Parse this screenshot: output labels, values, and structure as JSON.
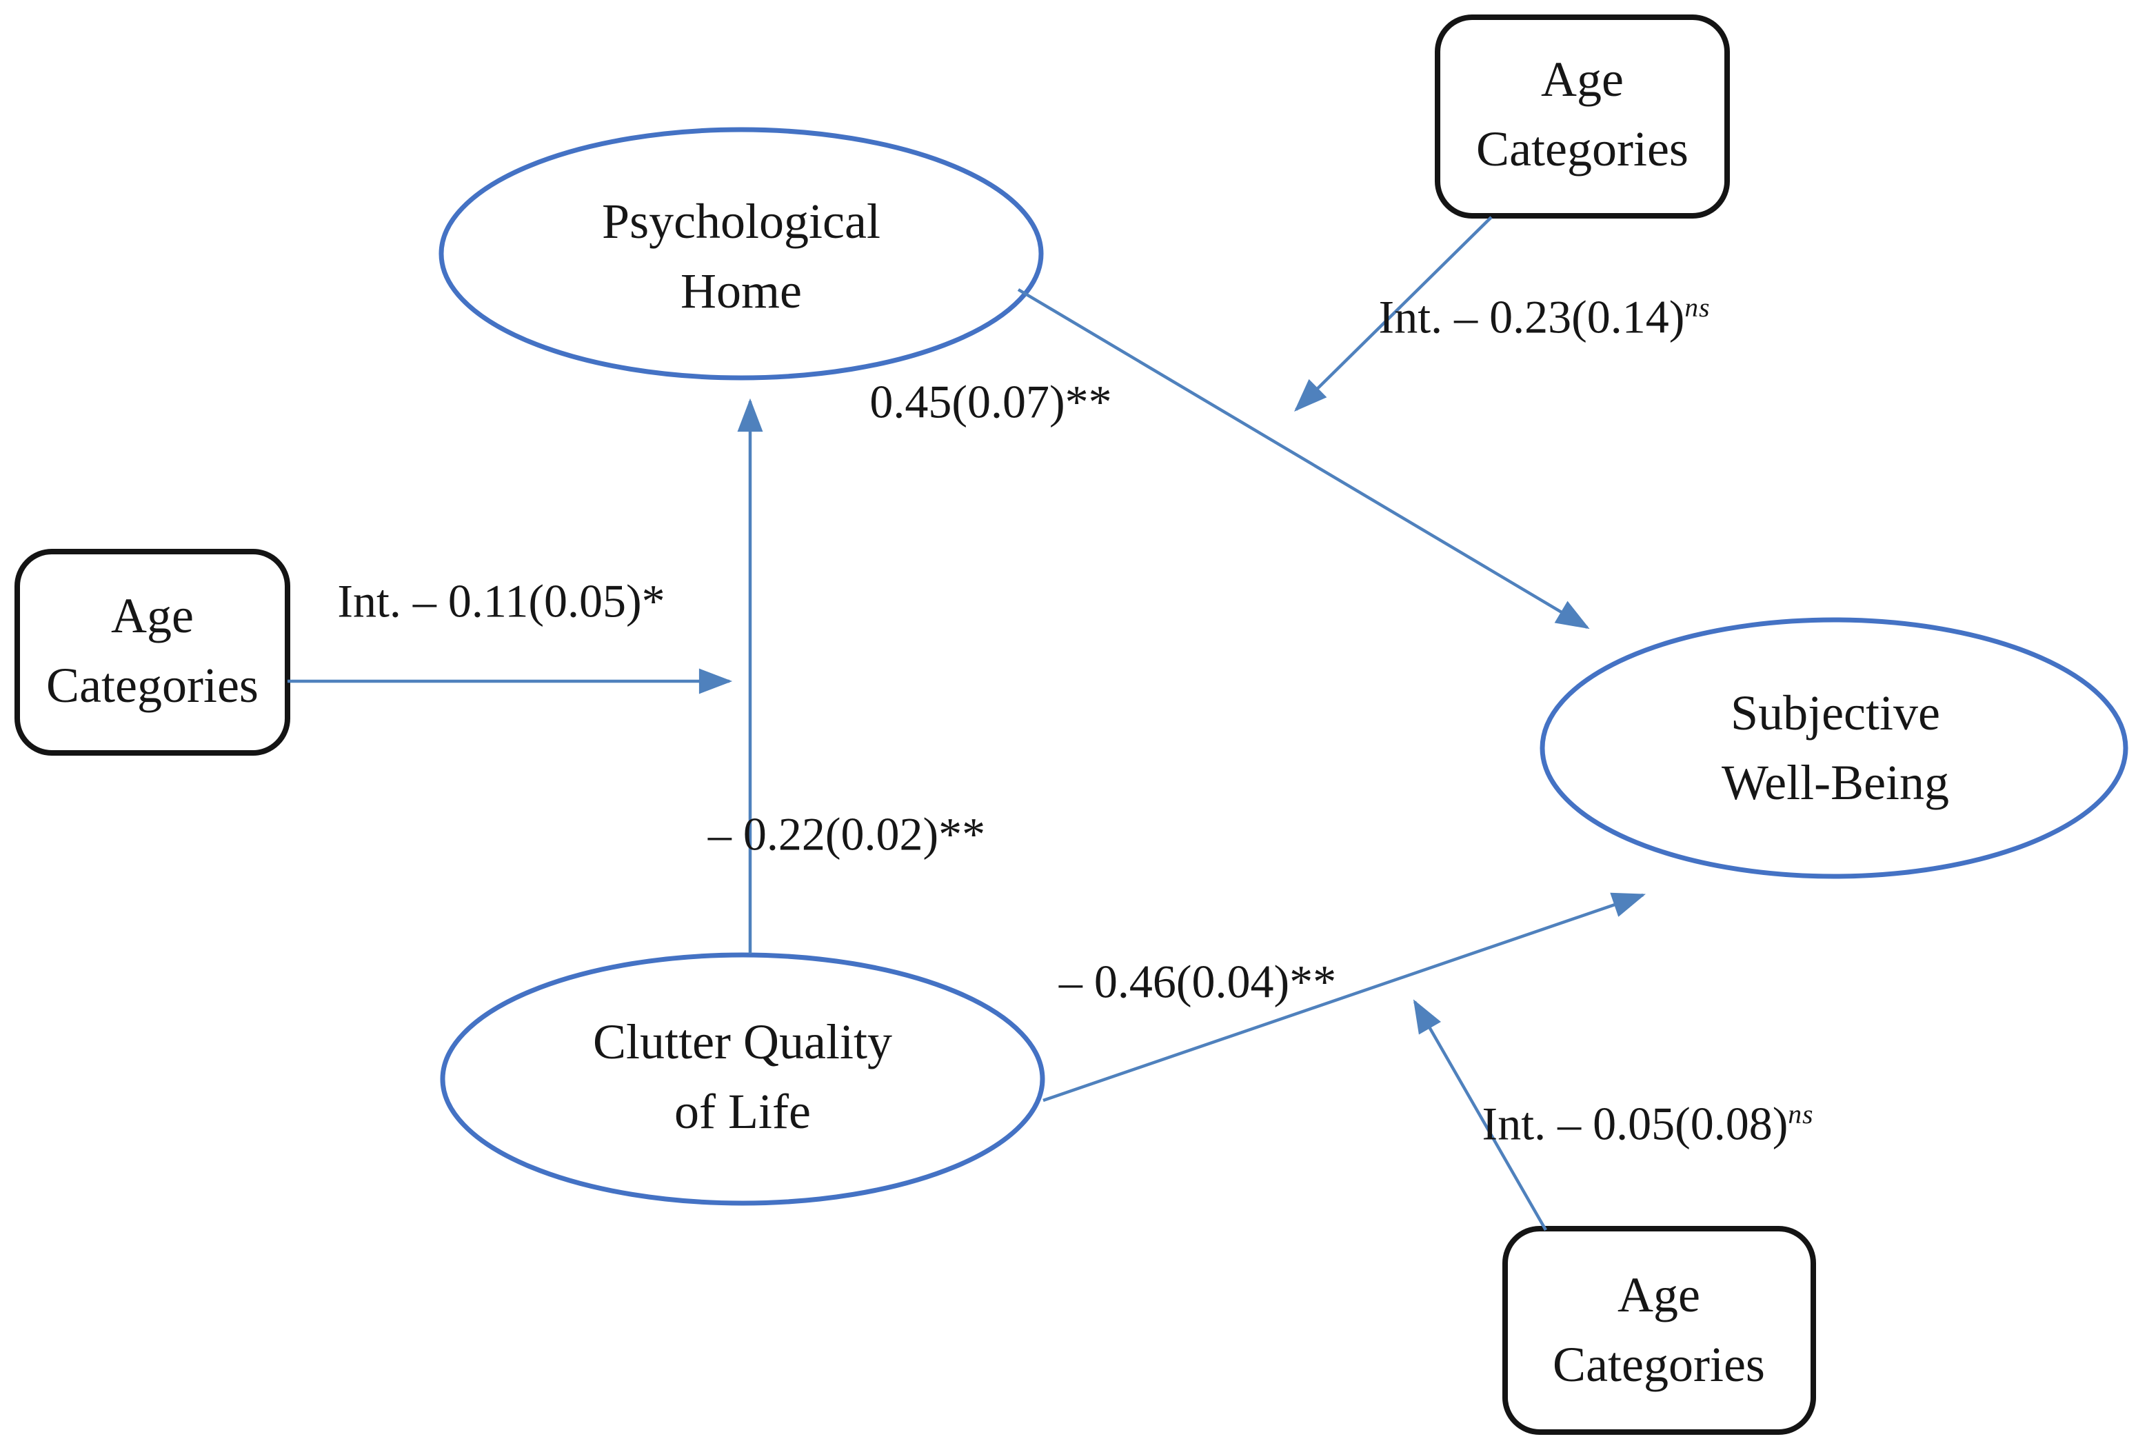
{
  "figure": {
    "type": "structural-equation-model-path-diagram",
    "background": "#ffffff",
    "colors": {
      "latent_ellipse_stroke": "#4472c4",
      "arrow": "#4f81bd",
      "moderator_box_stroke": "#141414",
      "text": "#161616"
    },
    "nodes": {
      "psychological_home": {
        "shape": "ellipse",
        "line1": "Psychological",
        "line2": "Home"
      },
      "subjective_well_being": {
        "shape": "ellipse",
        "line1": "Subjective",
        "line2": "Well-Being"
      },
      "clutter_quality_of_life": {
        "shape": "ellipse",
        "line1": "Clutter Quality",
        "line2": "of Life"
      },
      "age_categories_top": {
        "shape": "rounded-rect",
        "line1": "Age",
        "line2": "Categories"
      },
      "age_categories_left": {
        "shape": "rounded-rect",
        "line1": "Age",
        "line2": "Categories"
      },
      "age_categories_bottom": {
        "shape": "rounded-rect",
        "line1": "Age",
        "line2": "Categories"
      }
    },
    "edges": {
      "ph_to_swb": {
        "from": "Psychological Home",
        "to": "Subjective Well-Being",
        "label": "0.45(0.07)**"
      },
      "cql_to_ph": {
        "from": "Clutter Quality of Life",
        "to": "Psychological Home",
        "label": "– 0.22(0.02)**"
      },
      "cql_to_swb": {
        "from": "Clutter Quality of Life",
        "to": "Subjective Well-Being",
        "label": "– 0.46(0.04)**"
      },
      "agetop_moderation": {
        "from": "Age Categories",
        "to": "Psychological Home → Subjective Well-Being path",
        "label": "Int. – 0.23(0.14)",
        "sup": "ns"
      },
      "ageleft_moderation": {
        "from": "Age Categories",
        "to": "Clutter Quality of Life → Psychological Home path",
        "label": "Int. – 0.11(0.05)*"
      },
      "agebottom_moderation": {
        "from": "Age Categories",
        "to": "Clutter Quality of Life → Subjective Well-Being path",
        "label": "Int. – 0.05(0.08)",
        "sup": "ns"
      }
    }
  }
}
